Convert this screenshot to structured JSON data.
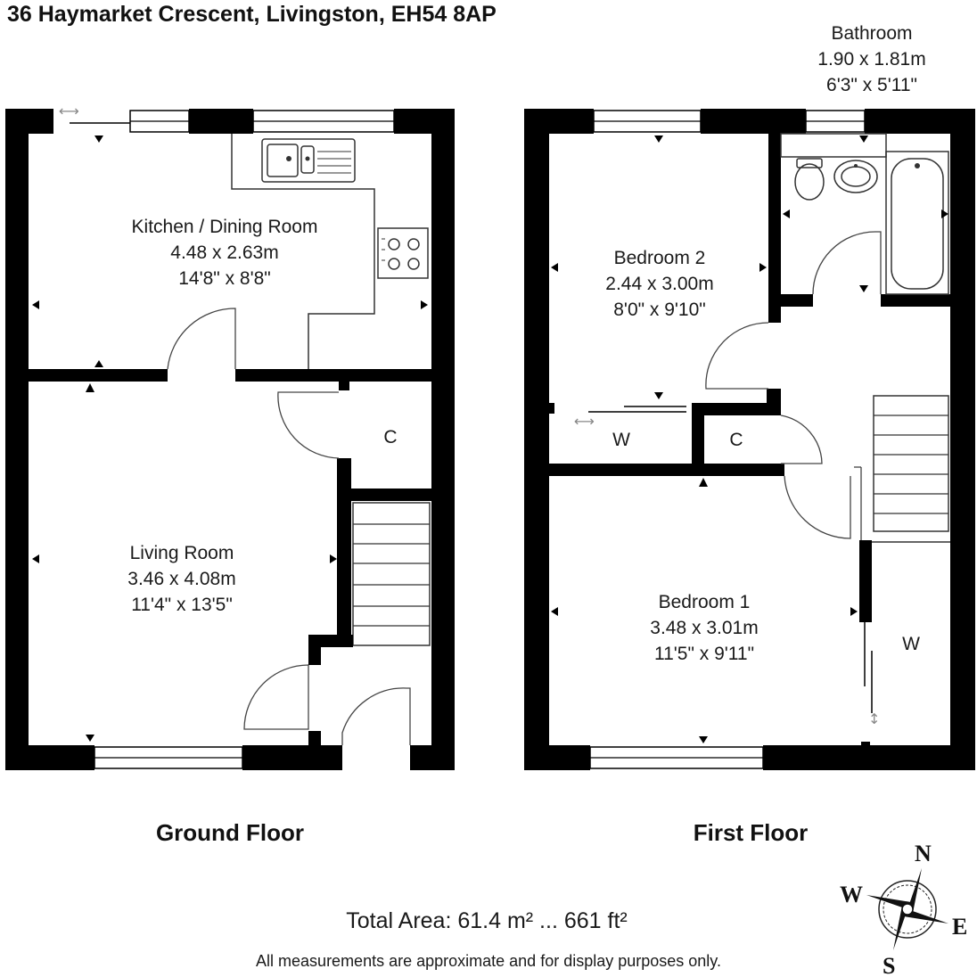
{
  "title": "36 Haymarket Crescent, Livingston, EH54 8AP",
  "floors": [
    {
      "name": "Ground Floor"
    },
    {
      "name": "First Floor"
    }
  ],
  "rooms": {
    "kitchen": {
      "name": "Kitchen / Dining Room",
      "metric": "4.48 x 2.63m",
      "imperial": "14'8\" x 8'8\""
    },
    "living": {
      "name": "Living Room",
      "metric": "3.46 x 4.08m",
      "imperial": "11'4\" x 13'5\""
    },
    "bedroom2": {
      "name": "Bedroom 2",
      "metric": "2.44 x 3.00m",
      "imperial": "8'0\" x 9'10\""
    },
    "bedroom1": {
      "name": "Bedroom 1",
      "metric": "3.48 x 3.01m",
      "imperial": "11'5\" x 9'11\""
    },
    "bathroom": {
      "name": "Bathroom",
      "metric": "1.90 x 1.81m",
      "imperial": "6'3\" x 5'11\""
    }
  },
  "small_labels": {
    "gf_cupboard": "C",
    "ff_wardrobe_left": "W",
    "ff_cupboard": "C",
    "ff_wardrobe_right": "W"
  },
  "total_area": "Total Area: 61.4 m² ... 661 ft²",
  "disclaimer": "All measurements are approximate and for display purposes only.",
  "compass": {
    "n": "N",
    "e": "E",
    "s": "S",
    "w": "W"
  }
}
